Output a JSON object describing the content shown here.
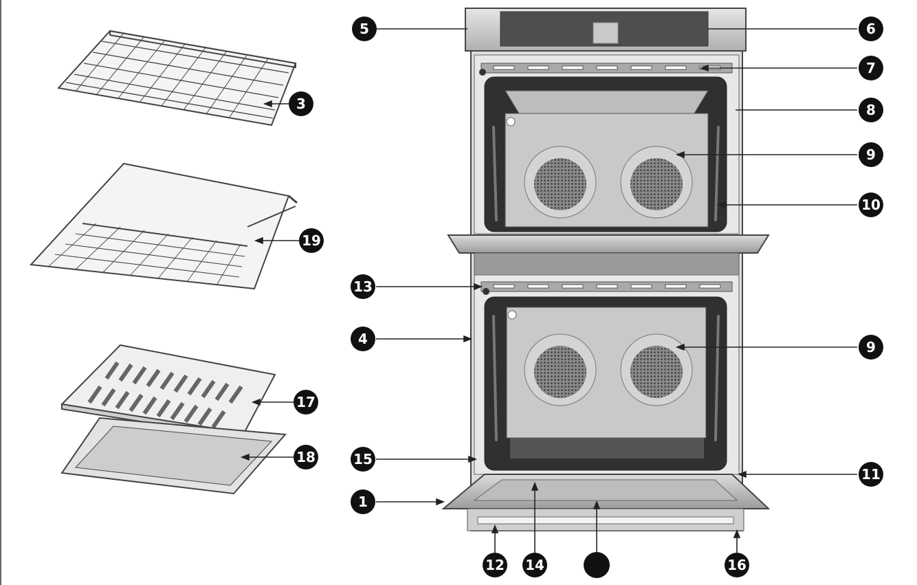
{
  "callouts": {
    "c1": "1",
    "c3": "3",
    "c4": "4",
    "c5": "5",
    "c6": "6",
    "c7": "7",
    "c8": "8",
    "c9a": "9",
    "c9b": "9",
    "c10": "10",
    "c11": "11",
    "c12": "12",
    "c13": "13",
    "c14": "14",
    "c15": "15",
    "c16": "16",
    "c17": "17",
    "c18": "18",
    "c19": "19",
    "c_blank": ""
  },
  "colors": {
    "callout_fill": "#111111",
    "steel_light": "#d9d9d9",
    "steel_mid": "#b5b5b5",
    "steel_dark": "#5a5a5a",
    "cavity_back": "#cfcfcf",
    "glass": "#bfbfbf",
    "line": "#222222"
  }
}
